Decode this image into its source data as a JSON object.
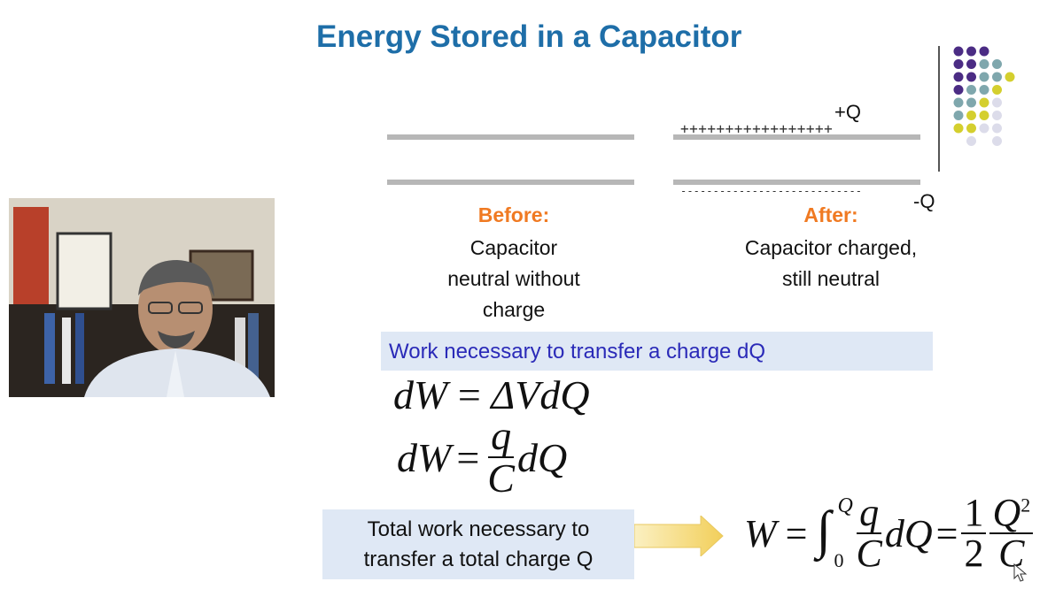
{
  "slide": {
    "title": "Energy Stored in a Capacitor",
    "plus_signs": "+++++++++++++++++",
    "minus_signs": "----------------------------",
    "plus_q": "+Q",
    "minus_q": "-Q",
    "before_heading": "Before:",
    "before_lines": [
      "Capacitor",
      "neutral without",
      "charge"
    ],
    "after_heading": "After:",
    "after_lines": [
      "Capacitor charged,",
      "still neutral"
    ],
    "work_box": "Work necessary to transfer a charge dQ",
    "eq1_lhs": "dW",
    "eq1_eq": "=",
    "eq1_rhs": "ΔVdQ",
    "eq2_lhs": "dW",
    "eq2_eq": "=",
    "eq2_num": "q",
    "eq2_den": "C",
    "eq2_rest": "dQ",
    "total_box_lines": [
      "Total work necessary to",
      "transfer a total charge  Q"
    ],
    "eq3_lhs": "W",
    "eq3_eq1": "=",
    "eq3_int": "∫",
    "eq3_upper": "Q",
    "eq3_lower": "0",
    "eq3_num": "q",
    "eq3_den": "C",
    "eq3_dq": "dQ",
    "eq3_eq2": "=",
    "eq3_half_num": "1",
    "eq3_half_den": "2",
    "eq3_q2_num": "Q",
    "eq3_q2_sup": "2",
    "eq3_q2_den": "C"
  },
  "colors": {
    "title": "#1e6ea8",
    "heading": "#f07a22",
    "work_text": "#2a2ab8",
    "box_bg": "#dfe8f5",
    "arrow": "#f4d670"
  },
  "decor_dots": {
    "colors": [
      "#4b2c84",
      "#7fa7ad",
      "#d4cf2e",
      "#dcdcea"
    ]
  },
  "webcam": {
    "icon": "presenter-video"
  }
}
